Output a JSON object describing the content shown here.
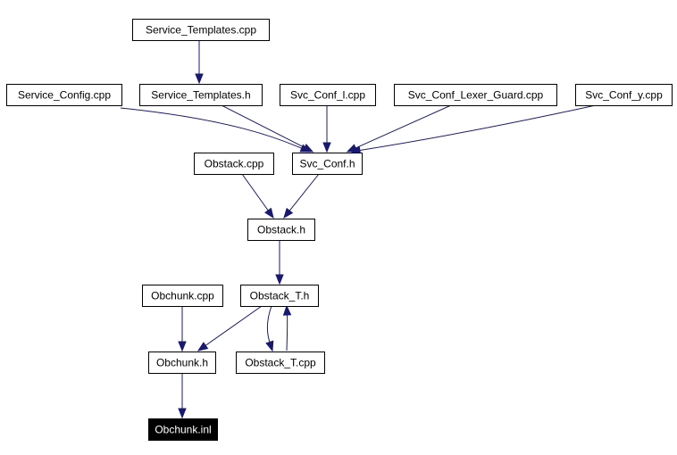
{
  "graph": {
    "edge_color": "#191970",
    "highlight_color": "#000000",
    "nodes": [
      {
        "id": "service_templates_cpp",
        "label": "Service_Templates.cpp"
      },
      {
        "id": "service_config_cpp",
        "label": "Service_Config.cpp"
      },
      {
        "id": "service_templates_h",
        "label": "Service_Templates.h"
      },
      {
        "id": "svc_conf_l_cpp",
        "label": "Svc_Conf_l.cpp"
      },
      {
        "id": "svc_conf_lexer_guard_cpp",
        "label": "Svc_Conf_Lexer_Guard.cpp"
      },
      {
        "id": "svc_conf_y_cpp",
        "label": "Svc_Conf_y.cpp"
      },
      {
        "id": "obstack_cpp",
        "label": "Obstack.cpp"
      },
      {
        "id": "svc_conf_h",
        "label": "Svc_Conf.h"
      },
      {
        "id": "obstack_h",
        "label": "Obstack.h"
      },
      {
        "id": "obchunk_cpp",
        "label": "Obchunk.cpp"
      },
      {
        "id": "obstack_t_h",
        "label": "Obstack_T.h"
      },
      {
        "id": "obchunk_h",
        "label": "Obchunk.h"
      },
      {
        "id": "obstack_t_cpp",
        "label": "Obstack_T.cpp"
      },
      {
        "id": "obchunk_inl",
        "label": "Obchunk.inl",
        "highlight": true
      }
    ],
    "edges": [
      {
        "from": "service_templates_cpp",
        "to": "service_templates_h"
      },
      {
        "from": "service_config_cpp",
        "to": "svc_conf_h"
      },
      {
        "from": "service_templates_h",
        "to": "svc_conf_h"
      },
      {
        "from": "svc_conf_l_cpp",
        "to": "svc_conf_h"
      },
      {
        "from": "svc_conf_lexer_guard_cpp",
        "to": "svc_conf_h"
      },
      {
        "from": "svc_conf_y_cpp",
        "to": "svc_conf_h"
      },
      {
        "from": "obstack_cpp",
        "to": "obstack_h"
      },
      {
        "from": "svc_conf_h",
        "to": "obstack_h"
      },
      {
        "from": "obstack_h",
        "to": "obstack_t_h"
      },
      {
        "from": "obchunk_cpp",
        "to": "obchunk_h"
      },
      {
        "from": "obstack_t_h",
        "to": "obchunk_h"
      },
      {
        "from": "obstack_t_h",
        "to": "obstack_t_cpp"
      },
      {
        "from": "obstack_t_cpp",
        "to": "obstack_t_h"
      },
      {
        "from": "obchunk_h",
        "to": "obchunk_inl"
      }
    ]
  }
}
